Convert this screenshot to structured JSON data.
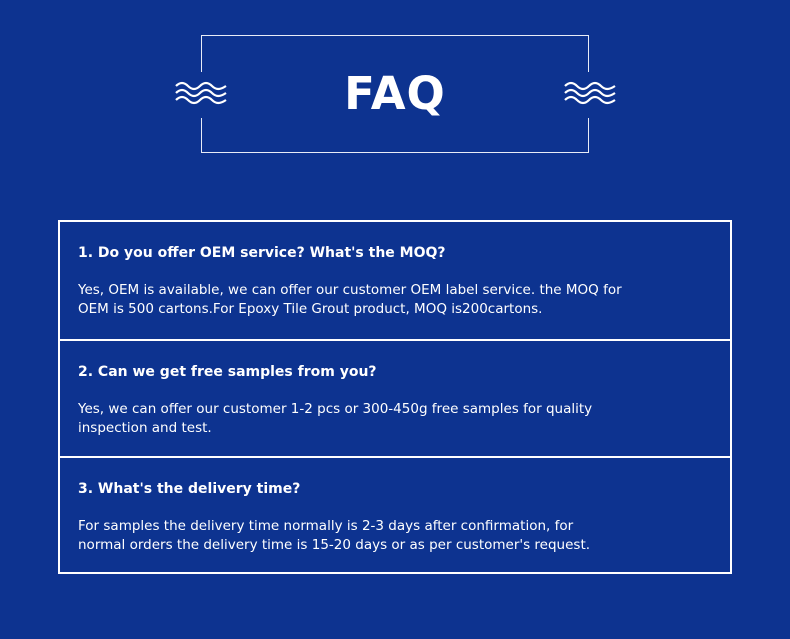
{
  "page": {
    "title": "FAQ"
  },
  "colors": {
    "background": "#0d3390",
    "foreground": "#ffffff"
  },
  "faq": [
    {
      "question": "1. Do you offer OEM service? What's the MOQ?",
      "answer_lines": [
        "Yes, OEM is available, we can offer our customer OEM label service. the MOQ for",
        "OEM  is 500 cartons.For Epoxy Tile Grout product, MOQ is200cartons."
      ]
    },
    {
      "question": "2. Can we get free samples from you?",
      "answer_lines": [
        "Yes, we can offer our customer 1-2 pcs or 300-450g free samples for quality",
        "inspection and test."
      ]
    },
    {
      "question": "3. What's the delivery time?",
      "answer_lines": [
        "For samples the delivery time normally is 2-3 days after confirmation, for",
        "normal orders the delivery time is 15-20 days or as per customer's request."
      ]
    }
  ],
  "icons": {
    "left": "wave-icon",
    "right": "wave-icon"
  }
}
